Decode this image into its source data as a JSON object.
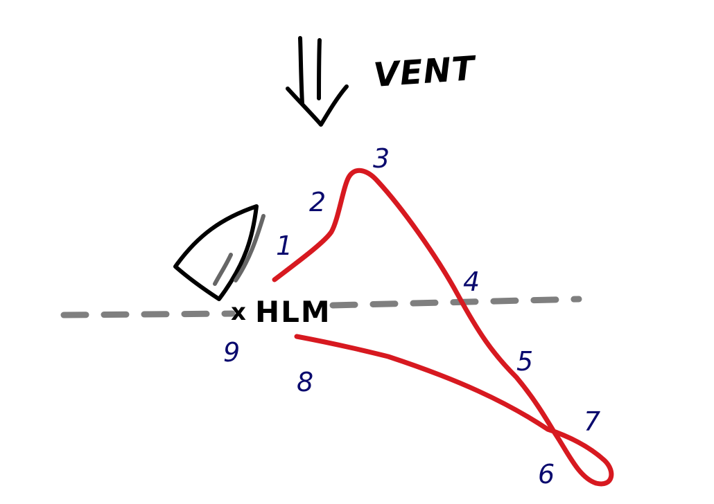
{
  "wind_label": "VENT",
  "mark_label": "HLM",
  "mark_symbol": "x",
  "waypoint_labels": [
    "1",
    "2",
    "3",
    "4",
    "5",
    "6",
    "7",
    "8",
    "9"
  ],
  "colors": {
    "ink": "#000000",
    "route": "#d71920",
    "numbers": "#0a0a6e",
    "dashed_line": "#7f7f7f",
    "sail_inner": "#666666"
  }
}
